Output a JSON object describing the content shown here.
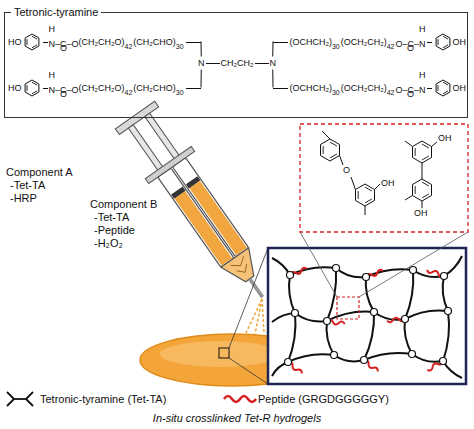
{
  "diagram": {
    "caption": "In-situ crosslinked Tet-R hydrogels",
    "nodes": [
      {
        "text": [
          "Tetronic-tyramine"
        ]
      }
    ],
    "labels": [
      "HO",
      "H",
      "N–C–O",
      "O",
      "(CH₂CH₂O)",
      "42",
      "(CH₂CHO)",
      "30",
      "(OCHCH₂)",
      "30",
      "(OCH₂CH₂)",
      "42",
      "O–C–N",
      "H",
      "O",
      "OH",
      "N",
      "CH₂CH₂",
      "N",
      "HO",
      "H",
      "N–C–O",
      "O",
      "(CH₂CH₂O)",
      "42",
      "(CH₂CHO)",
      "30",
      "(OCHCH₂)",
      "30",
      "(OCH₂CH₂)",
      "42",
      "O–C–N",
      "H",
      "O",
      "OH",
      "Component A",
      "-Tet-TA",
      "-HRP",
      "Component B",
      "-Tet-TA",
      "-Peptide",
      "-H₂O₂",
      "O",
      "OH",
      "OH",
      "OH"
    ],
    "legend": [
      {
        "text": "Tetronic-tyramine (Tet-TA)"
      },
      {
        "text": "Peptide (GRGDGGGGGY)"
      }
    ]
  }
}
